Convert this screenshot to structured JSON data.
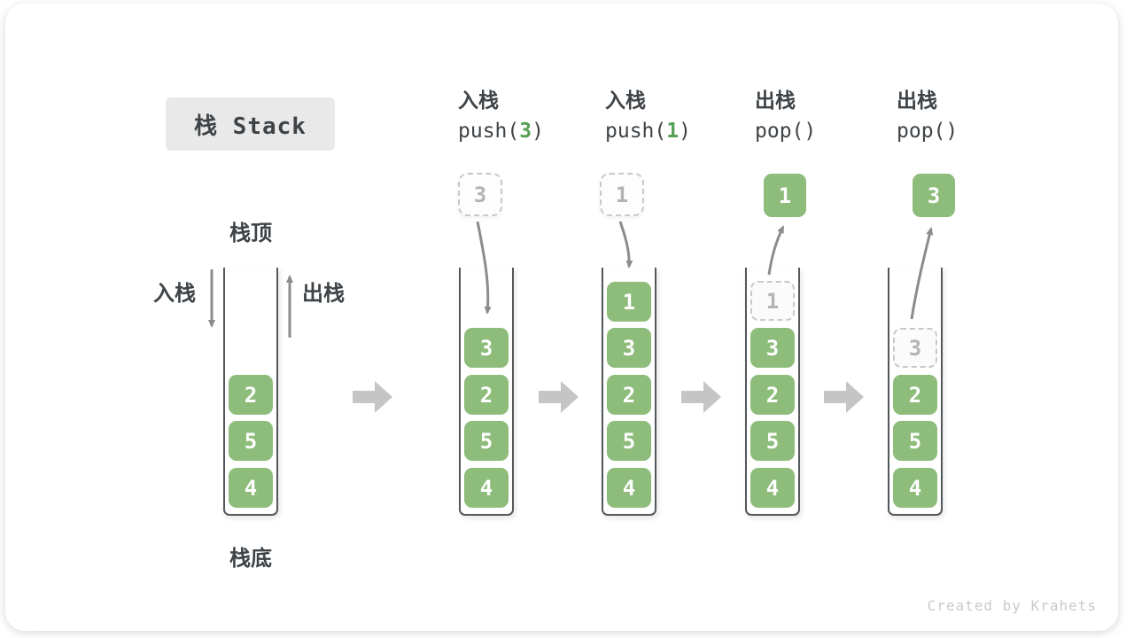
{
  "title": "栈 Stack",
  "legend": {
    "stack_top": "栈顶",
    "stack_bottom": "栈底",
    "push_side": "入栈",
    "pop_side": "出栈"
  },
  "watermark": "Created by Krahets",
  "colors": {
    "green": "#8DBC7B",
    "code_green": "#55A054",
    "ink": "#3E4347",
    "container_border": "#54585C",
    "arrow": "#8C8C8C",
    "block_arrow": "#C5C5C5",
    "ghost_border": "#C8C8C8",
    "ghost_text": "#B3B3B3",
    "title_bg": "#E9E9E9",
    "watermark": "#CACACA"
  },
  "columns": [
    {
      "name": "state-initial",
      "stack": [
        {
          "value": "2"
        },
        {
          "value": "5"
        },
        {
          "value": "4"
        }
      ]
    },
    {
      "name": "state-push-3",
      "op_label": "入栈",
      "code_prefix": "push(",
      "code_arg": "3",
      "code_suffix": ")",
      "floating": {
        "value": "3",
        "style": "dashed"
      },
      "stack": [
        {
          "value": "3"
        },
        {
          "value": "2"
        },
        {
          "value": "5"
        },
        {
          "value": "4"
        }
      ]
    },
    {
      "name": "state-push-1",
      "op_label": "入栈",
      "code_prefix": "push(",
      "code_arg": "1",
      "code_suffix": ")",
      "floating": {
        "value": "1",
        "style": "dashed"
      },
      "stack": [
        {
          "value": "1"
        },
        {
          "value": "3"
        },
        {
          "value": "2"
        },
        {
          "value": "5"
        },
        {
          "value": "4"
        }
      ]
    },
    {
      "name": "state-pop-1",
      "op_label": "出栈",
      "code_prefix": "pop(",
      "code_arg": "",
      "code_suffix": ")",
      "floating": {
        "value": "1",
        "style": "solid"
      },
      "stack": [
        {
          "value": "1",
          "ghost": true
        },
        {
          "value": "3"
        },
        {
          "value": "2"
        },
        {
          "value": "5"
        },
        {
          "value": "4"
        }
      ]
    },
    {
      "name": "state-pop-3",
      "op_label": "出栈",
      "code_prefix": "pop(",
      "code_arg": "",
      "code_suffix": ")",
      "floating": {
        "value": "3",
        "style": "solid"
      },
      "stack": [
        {
          "value": "3",
          "ghost": true
        },
        {
          "value": "2"
        },
        {
          "value": "5"
        },
        {
          "value": "4"
        }
      ]
    }
  ]
}
